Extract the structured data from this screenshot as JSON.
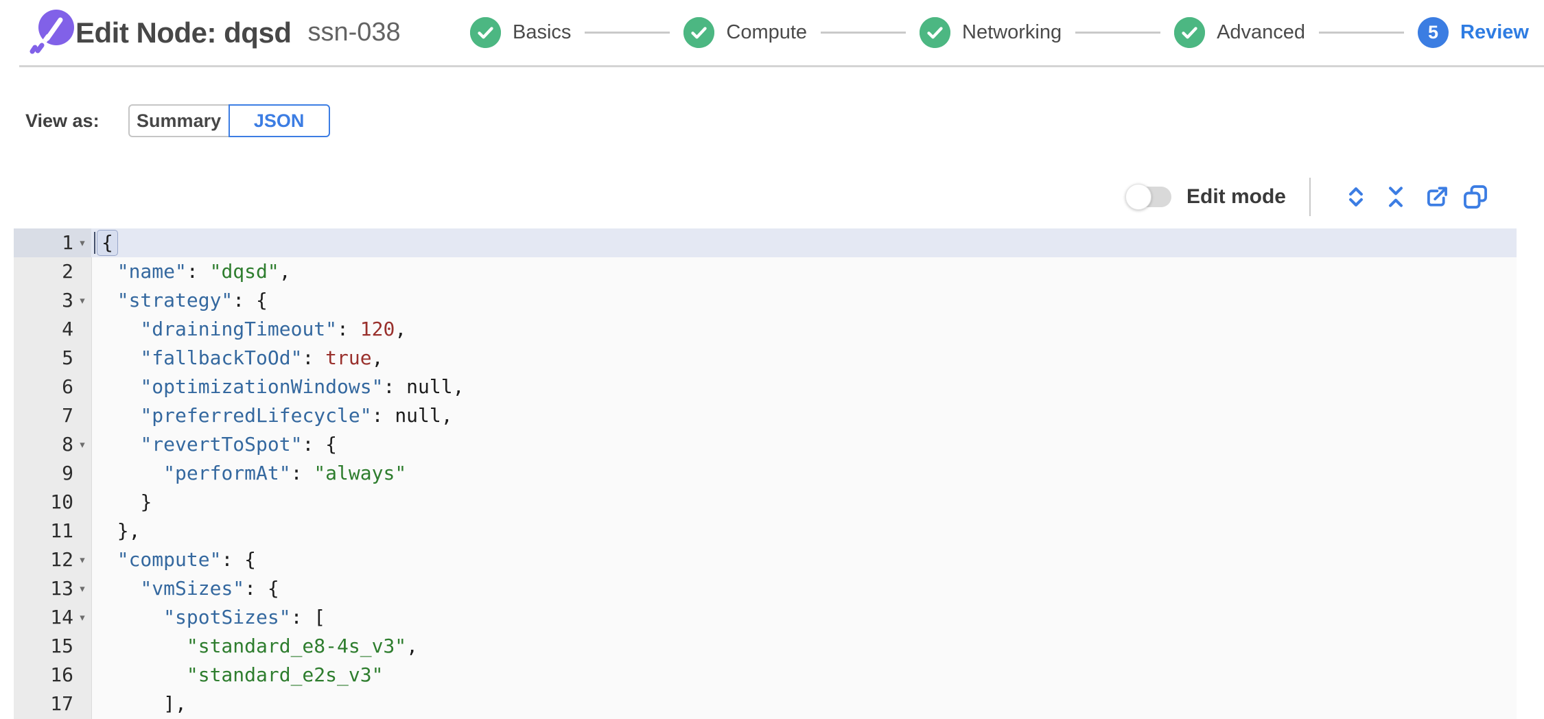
{
  "header": {
    "title": "Edit Node: dqsd",
    "subtitle": "ssn-038",
    "steps": [
      {
        "label": "Basics",
        "state": "done"
      },
      {
        "label": "Compute",
        "state": "done"
      },
      {
        "label": "Networking",
        "state": "done"
      },
      {
        "label": "Advanced",
        "state": "done"
      },
      {
        "label": "Review",
        "state": "active",
        "number": "5"
      }
    ]
  },
  "view_as": {
    "label": "View as:",
    "options": [
      {
        "label": "Summary",
        "selected": false
      },
      {
        "label": "JSON",
        "selected": true
      }
    ]
  },
  "toolbar": {
    "edit_mode_label": "Edit mode",
    "edit_mode_on": false,
    "icons": [
      "expand-all-icon",
      "collapse-all-icon",
      "export-icon",
      "copy-icon"
    ]
  },
  "colors": {
    "accent_blue": "#3C7DE3",
    "step_green": "#4CB782",
    "logo_purple": "#8161E8",
    "json_key": "#34689F",
    "json_string": "#2E7D2E",
    "json_number": "#99302C",
    "active_line": "#E4E8F3"
  },
  "editor": {
    "lines": [
      {
        "num": 1,
        "fold": true,
        "active": true,
        "tokens": [
          [
            "cursor",
            ""
          ],
          [
            "brace",
            "{"
          ]
        ]
      },
      {
        "num": 2,
        "fold": false,
        "tokens": [
          [
            "ws",
            "  "
          ],
          [
            "key",
            "\"name\""
          ],
          [
            "punct",
            ": "
          ],
          [
            "str",
            "\"dqsd\""
          ],
          [
            "punct",
            ","
          ]
        ]
      },
      {
        "num": 3,
        "fold": true,
        "tokens": [
          [
            "ws",
            "  "
          ],
          [
            "key",
            "\"strategy\""
          ],
          [
            "punct",
            ": {"
          ]
        ]
      },
      {
        "num": 4,
        "fold": false,
        "tokens": [
          [
            "ws",
            "    "
          ],
          [
            "key",
            "\"drainingTimeout\""
          ],
          [
            "punct",
            ": "
          ],
          [
            "num",
            "120"
          ],
          [
            "punct",
            ","
          ]
        ]
      },
      {
        "num": 5,
        "fold": false,
        "tokens": [
          [
            "ws",
            "    "
          ],
          [
            "key",
            "\"fallbackToOd\""
          ],
          [
            "punct",
            ": "
          ],
          [
            "num",
            "true"
          ],
          [
            "punct",
            ","
          ]
        ]
      },
      {
        "num": 6,
        "fold": false,
        "tokens": [
          [
            "ws",
            "    "
          ],
          [
            "key",
            "\"optimizationWindows\""
          ],
          [
            "punct",
            ": "
          ],
          [
            "null",
            "null"
          ],
          [
            "punct",
            ","
          ]
        ]
      },
      {
        "num": 7,
        "fold": false,
        "tokens": [
          [
            "ws",
            "    "
          ],
          [
            "key",
            "\"preferredLifecycle\""
          ],
          [
            "punct",
            ": "
          ],
          [
            "null",
            "null"
          ],
          [
            "punct",
            ","
          ]
        ]
      },
      {
        "num": 8,
        "fold": true,
        "tokens": [
          [
            "ws",
            "    "
          ],
          [
            "key",
            "\"revertToSpot\""
          ],
          [
            "punct",
            ": {"
          ]
        ]
      },
      {
        "num": 9,
        "fold": false,
        "tokens": [
          [
            "ws",
            "      "
          ],
          [
            "key",
            "\"performAt\""
          ],
          [
            "punct",
            ": "
          ],
          [
            "str",
            "\"always\""
          ]
        ]
      },
      {
        "num": 10,
        "fold": false,
        "tokens": [
          [
            "ws",
            "    "
          ],
          [
            "punct",
            "}"
          ]
        ]
      },
      {
        "num": 11,
        "fold": false,
        "tokens": [
          [
            "ws",
            "  "
          ],
          [
            "punct",
            "},"
          ]
        ]
      },
      {
        "num": 12,
        "fold": true,
        "tokens": [
          [
            "ws",
            "  "
          ],
          [
            "key",
            "\"compute\""
          ],
          [
            "punct",
            ": {"
          ]
        ]
      },
      {
        "num": 13,
        "fold": true,
        "tokens": [
          [
            "ws",
            "    "
          ],
          [
            "key",
            "\"vmSizes\""
          ],
          [
            "punct",
            ": {"
          ]
        ]
      },
      {
        "num": 14,
        "fold": true,
        "tokens": [
          [
            "ws",
            "      "
          ],
          [
            "key",
            "\"spotSizes\""
          ],
          [
            "punct",
            ": ["
          ]
        ]
      },
      {
        "num": 15,
        "fold": false,
        "tokens": [
          [
            "ws",
            "        "
          ],
          [
            "str",
            "\"standard_e8-4s_v3\""
          ],
          [
            "punct",
            ","
          ]
        ]
      },
      {
        "num": 16,
        "fold": false,
        "tokens": [
          [
            "ws",
            "        "
          ],
          [
            "str",
            "\"standard_e2s_v3\""
          ]
        ]
      },
      {
        "num": 17,
        "fold": false,
        "tokens": [
          [
            "ws",
            "      "
          ],
          [
            "punct",
            "],"
          ]
        ]
      }
    ]
  }
}
